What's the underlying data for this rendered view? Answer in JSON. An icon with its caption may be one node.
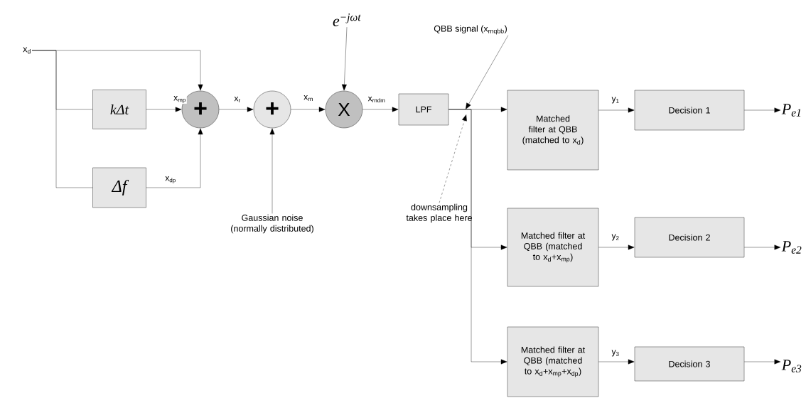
{
  "diagram": {
    "nodes": [
      {
        "text": [
          "x$_{d}$"
        ]
      },
      {
        "text": [
          "kΔt"
        ]
      },
      {
        "text": [
          "Δf"
        ]
      },
      {
        "text": [
          "+"
        ]
      },
      {
        "text": [
          "+"
        ]
      },
      {
        "text": [
          "X"
        ]
      },
      {
        "text": [
          "e$^{−jωt}$"
        ]
      },
      {
        "text": [
          "Gaussian noise (normally distributed)"
        ]
      },
      {
        "text": [
          "LPF"
        ]
      },
      {
        "text": [
          "QBB signal (x$_{rnqbb}$)"
        ]
      },
      {
        "text": [
          "downsampling takes place here"
        ]
      },
      {
        "text": [
          "Matched filter at QBB (matched to x$_{d}$)"
        ]
      },
      {
        "text": [
          "Matched filter at QBB (matched to x$_{d}$+x$_{mp}$)"
        ]
      },
      {
        "text": [
          "Matched filter at QBB (matched to x$_{d}$+x$_{mp}$+x$_{dp}$)"
        ]
      },
      {
        "text": [
          "Decision 1"
        ]
      },
      {
        "text": [
          "Decision 2"
        ]
      },
      {
        "text": [
          "Decision 3"
        ]
      },
      {
        "text": [
          "P$_{e1}$"
        ]
      },
      {
        "text": [
          "P$_{e2}$"
        ]
      },
      {
        "text": [
          "P$_{e3}$"
        ]
      }
    ],
    "edges": [
      {
        "from": 0,
        "to": 3,
        "arrow": "to"
      },
      {
        "from": 0,
        "to": 1,
        "arrow": "none"
      },
      {
        "from": 0,
        "to": 2,
        "arrow": "none"
      },
      {
        "from": 1,
        "to": 3,
        "arrow": "to",
        "label": "x$_{mp}$"
      },
      {
        "from": 2,
        "to": 3,
        "arrow": "to",
        "label": "x$_{dp}$"
      },
      {
        "from": 3,
        "to": 4,
        "arrow": "to",
        "label": "x$_{r}$"
      },
      {
        "from": 7,
        "to": 4,
        "arrow": "to"
      },
      {
        "from": 4,
        "to": 5,
        "arrow": "to",
        "label": "x$_{rn}$"
      },
      {
        "from": 6,
        "to": 5,
        "arrow": "to"
      },
      {
        "from": 5,
        "to": 8,
        "arrow": "to",
        "label": "x$_{rndm}$"
      },
      {
        "from": 8,
        "to": 11,
        "arrow": "to"
      },
      {
        "from": 8,
        "to": 12,
        "arrow": "to"
      },
      {
        "from": 8,
        "to": 13,
        "arrow": "to"
      },
      {
        "from": 9,
        "to": null,
        "arrow": "to"
      },
      {
        "from": 10,
        "to": null,
        "arrow": "to",
        "style": "dashed"
      },
      {
        "from": 11,
        "to": 14,
        "arrow": "to",
        "label": "y$_{1}$"
      },
      {
        "from": 12,
        "to": 15,
        "arrow": "to",
        "label": "y$_{2}$"
      },
      {
        "from": 13,
        "to": 16,
        "arrow": "to",
        "label": "y$_{3}$"
      },
      {
        "from": 14,
        "to": 17,
        "arrow": "to"
      },
      {
        "from": 15,
        "to": 18,
        "arrow": "to"
      },
      {
        "from": 16,
        "to": 19,
        "arrow": "to"
      }
    ]
  }
}
